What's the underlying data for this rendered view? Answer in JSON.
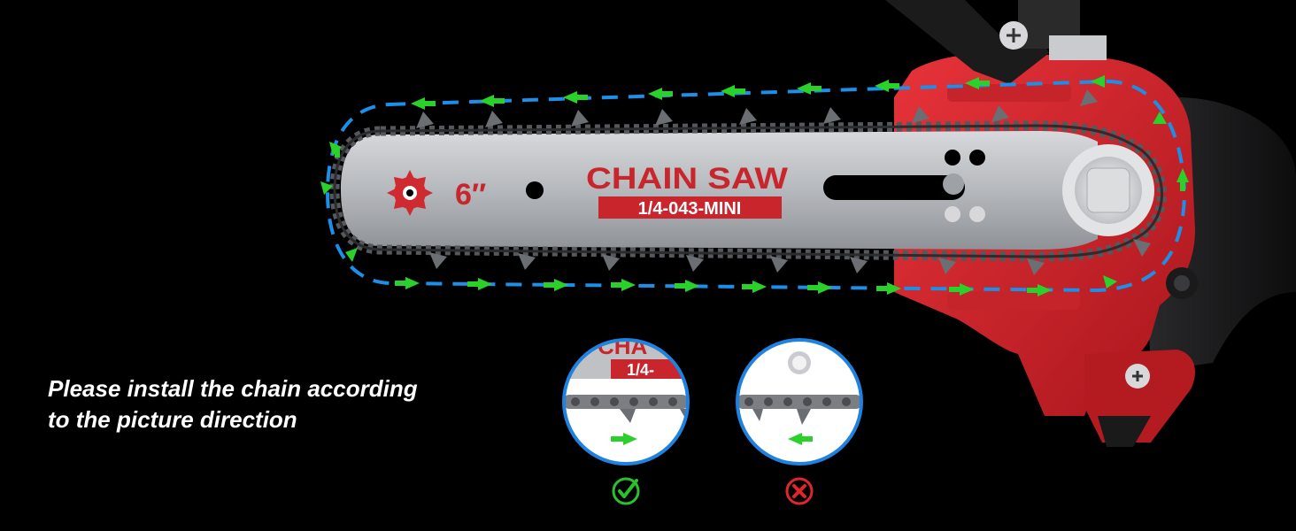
{
  "bar_label": {
    "size": "6″",
    "title": "CHAIN SAW",
    "model": "1/4-043-MINI"
  },
  "instruction": {
    "line1": "Please install the chain according",
    "line2": "to the picture direction"
  },
  "comparison": {
    "correct": {
      "zoom_label_top": "CHA",
      "zoom_label_bottom": "1/4-",
      "icon": "check-icon"
    },
    "wrong": {
      "icon": "cross-icon"
    }
  },
  "colors": {
    "background": "#000000",
    "saw_body": "#d42a30",
    "bar": "#b8babd",
    "text_red": "#c8262c",
    "arrow_green": "#2bd12b",
    "dash_blue": "#1c8fe8",
    "circle_border": "#1f82e0",
    "correct_green": "#29c22f",
    "wrong_red": "#e0262c"
  }
}
